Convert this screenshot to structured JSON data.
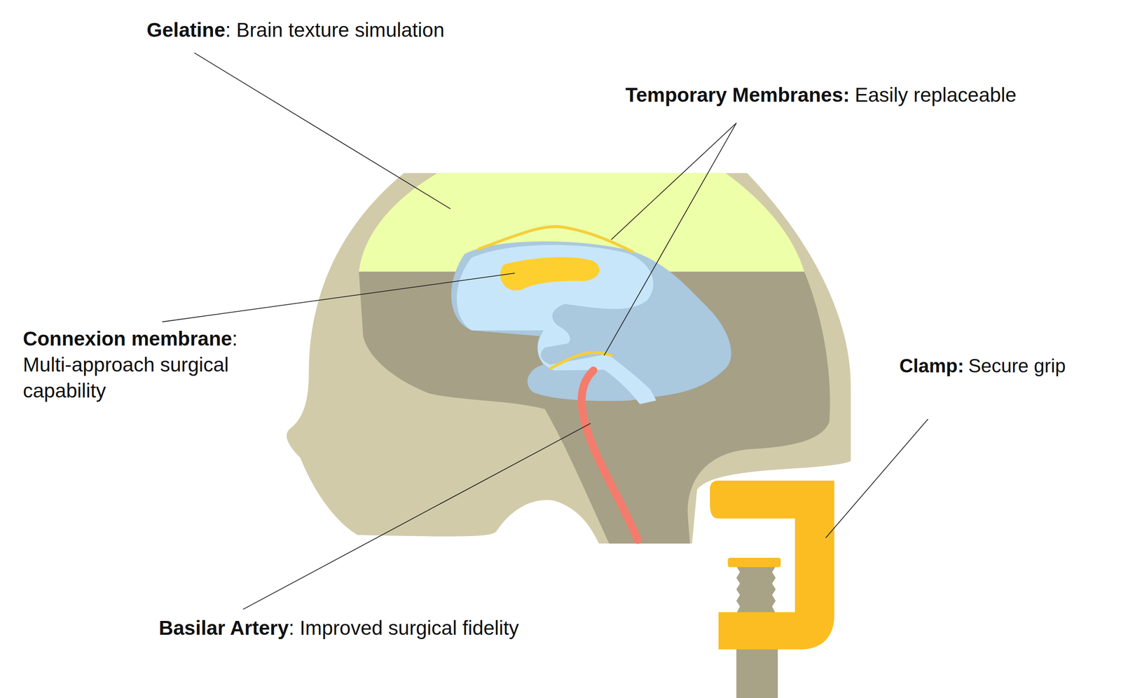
{
  "diagram": {
    "labels": [
      "Gelatine",
      ": Brain texture simulation",
      "Temporary Membranes:",
      "Easily replaceable",
      "Connexion membrane",
      ": Multi-approach surgical capability",
      "Clamp:",
      "Secure grip",
      "Basilar Artery",
      ": Improved surgical fidelity"
    ]
  }
}
